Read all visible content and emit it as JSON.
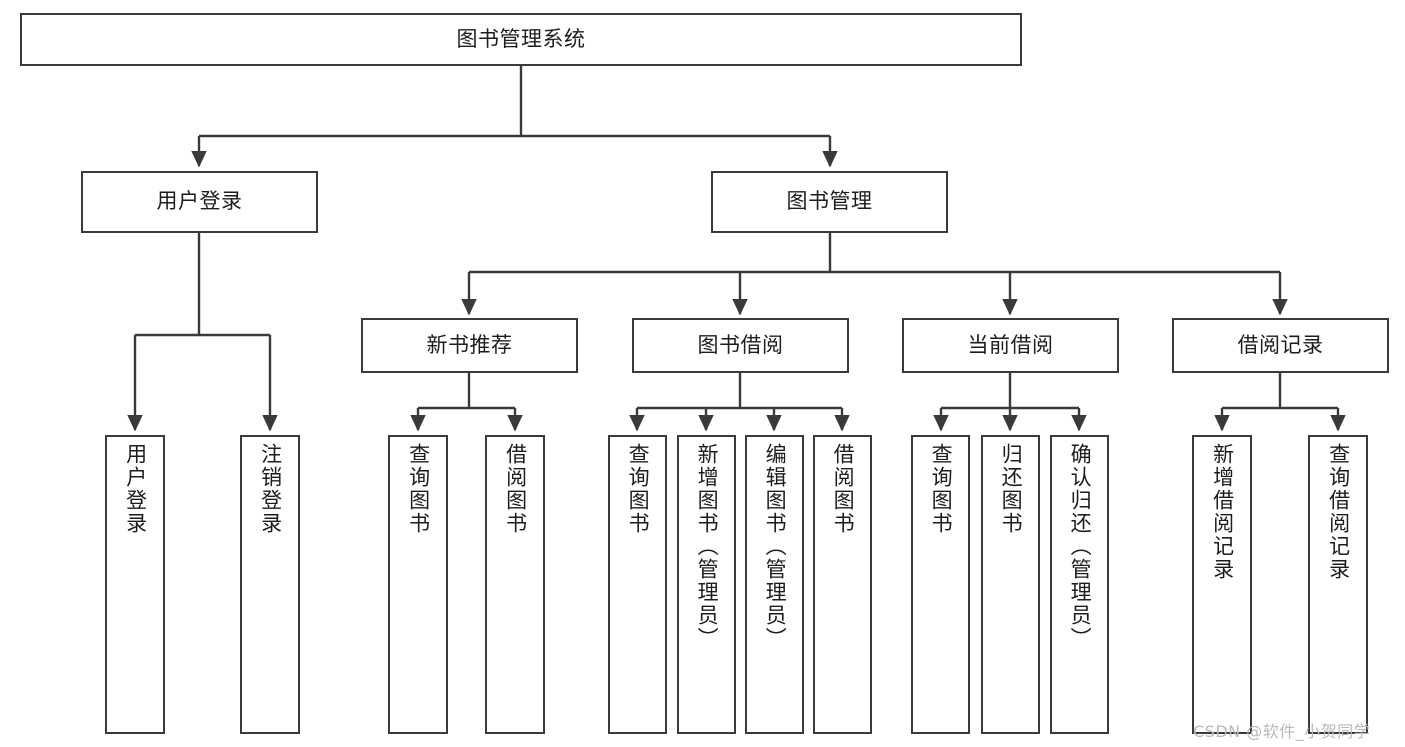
{
  "diagram": {
    "title": "图书管理系统",
    "type": "tree-hierarchy-diagram",
    "colors": {
      "box_border": "#3a3a3c",
      "box_fill": "#ffffff",
      "connector": "#3a3a3c",
      "text": "#1d1d1f",
      "watermark": "#b9b9bd",
      "background": "#ffffff"
    },
    "nodes": {
      "root": {
        "label": "图书管理系统"
      },
      "level2": [
        {
          "label": "用户登录"
        },
        {
          "label": "图书管理"
        }
      ],
      "level3": [
        {
          "label": "新书推荐"
        },
        {
          "label": "图书借阅"
        },
        {
          "label": "当前借阅"
        },
        {
          "label": "借阅记录"
        }
      ],
      "leaves": {
        "user_login": [
          {
            "label": "用户登录"
          },
          {
            "label": "注销登录"
          }
        ],
        "new_book_recommend": [
          {
            "label": "查询图书"
          },
          {
            "label": "借阅图书"
          }
        ],
        "book_borrow": [
          {
            "label": "查询图书"
          },
          {
            "label": "新增图书（管理员）"
          },
          {
            "label": "编辑图书（管理员）"
          },
          {
            "label": "借阅图书"
          }
        ],
        "current_borrow": [
          {
            "label": "查询图书"
          },
          {
            "label": "归还图书"
          },
          {
            "label": "确认归还（管理员）"
          }
        ],
        "borrow_record": [
          {
            "label": "新增借阅记录"
          },
          {
            "label": "查询借阅记录"
          }
        ]
      }
    },
    "watermark": "CSDN @软件_小贺同学"
  }
}
